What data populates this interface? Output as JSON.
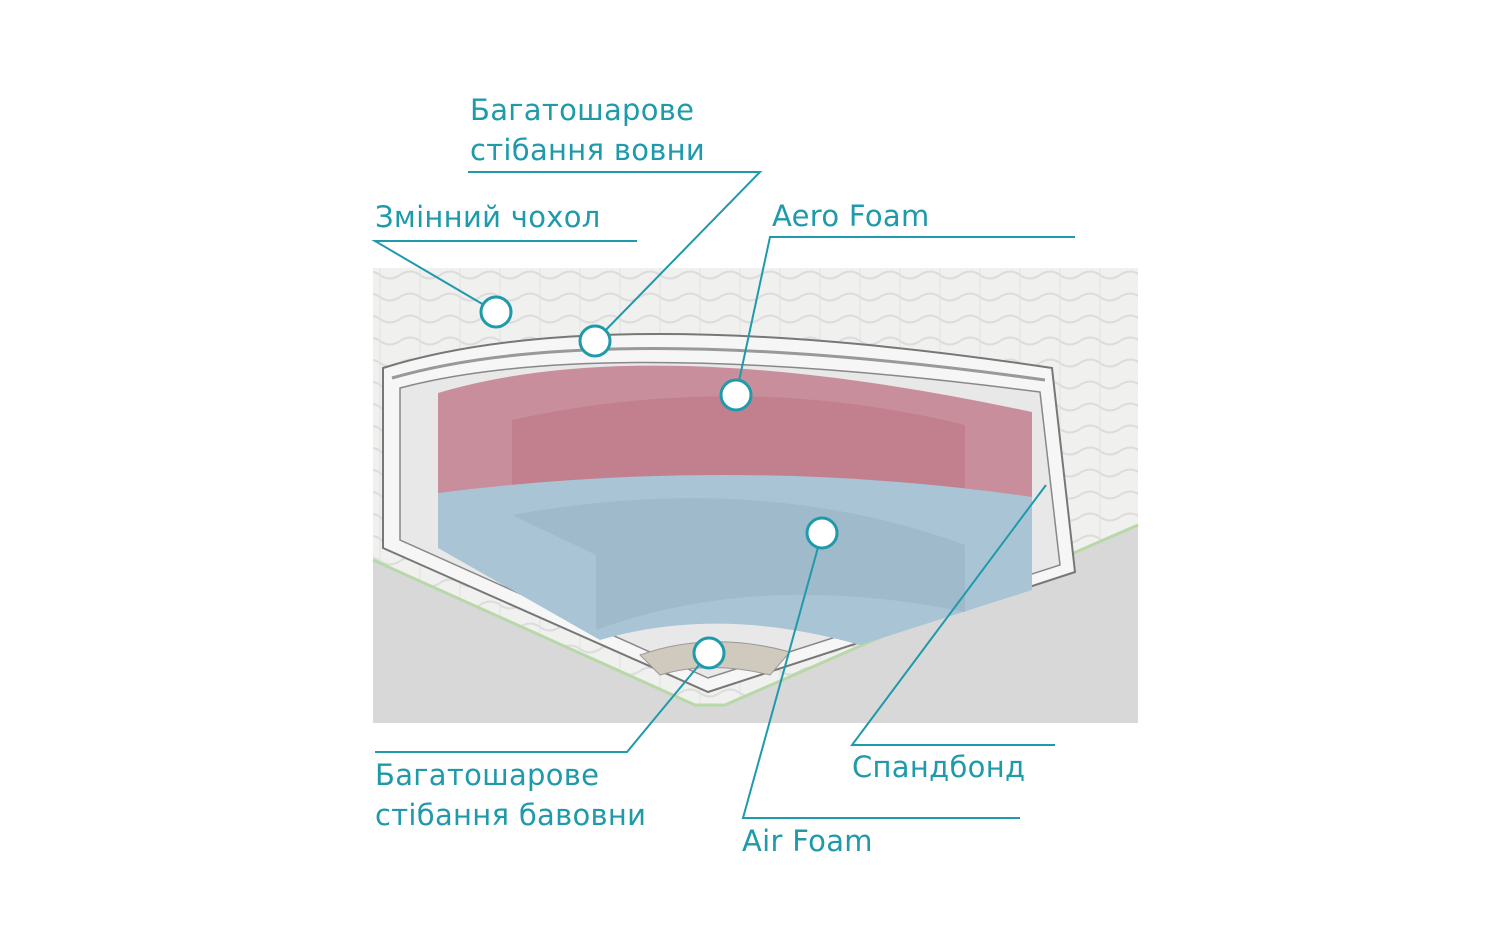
{
  "accent_color": "#1f9aaa",
  "labels": {
    "wool_quilting": {
      "line1": "Багатошарове",
      "line2": "стібання вовни"
    },
    "removable_cover": "Змінний чохол",
    "aero_foam": "Aero Foam",
    "spunbond": "Спандбонд",
    "cotton_quilting": {
      "line1": "Багатошарове",
      "line2": "стібання бавовни"
    },
    "air_foam": "Air Foam"
  }
}
